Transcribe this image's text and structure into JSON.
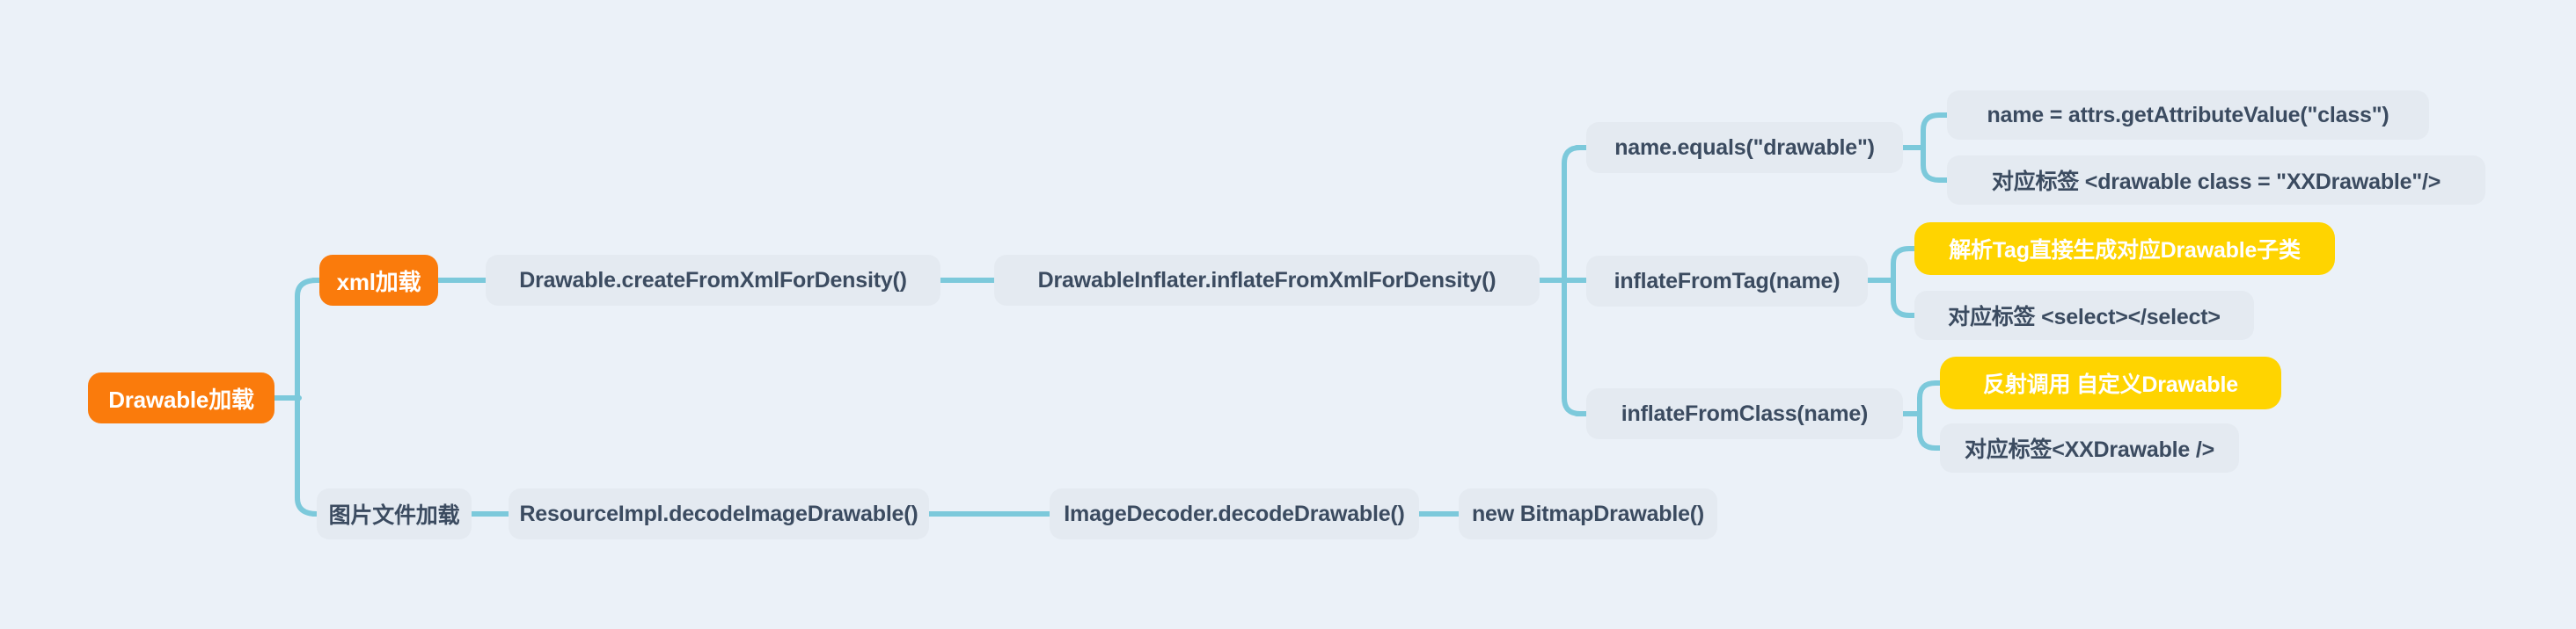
{
  "colors": {
    "bg": "#EBF1F8",
    "node-bg": "#E4EAF1",
    "node-text": "#3B4B60",
    "accent-orange": "#FA7B0C",
    "accent-yellow": "#FFD400",
    "on-accent": "#FFFFFF",
    "connector": "#7CC9DB"
  },
  "tree": {
    "label": "Drawable加载",
    "style": "orange",
    "children": [
      {
        "label": "xml加载",
        "style": "orange",
        "children": [
          {
            "label": "Drawable.createFromXmlForDensity()",
            "children": [
              {
                "label": "DrawableInflater.inflateFromXmlForDensity()",
                "children": [
                  {
                    "label": "name.equals(\"drawable\")",
                    "children": [
                      {
                        "label": "name = attrs.getAttributeValue(\"class\")"
                      },
                      {
                        "label": "对应标签 <drawable class = \"XXDrawable\"/>"
                      }
                    ]
                  },
                  {
                    "label": "inflateFromTag(name)",
                    "children": [
                      {
                        "label": "解析Tag直接生成对应Drawable子类",
                        "style": "yellow"
                      },
                      {
                        "label": "对应标签 <select></select>"
                      }
                    ]
                  },
                  {
                    "label": "inflateFromClass(name)",
                    "children": [
                      {
                        "label": "反射调用 自定义Drawable",
                        "style": "yellow"
                      },
                      {
                        "label": "对应标签<XXDrawable />"
                      }
                    ]
                  }
                ]
              }
            ]
          }
        ]
      },
      {
        "label": "图片文件加载",
        "children": [
          {
            "label": "ResourceImpl.decodeImageDrawable()",
            "children": [
              {
                "label": "ImageDecoder.decodeDrawable()",
                "children": [
                  {
                    "label": "new BitmapDrawable()"
                  }
                ]
              }
            ]
          }
        ]
      }
    ]
  }
}
